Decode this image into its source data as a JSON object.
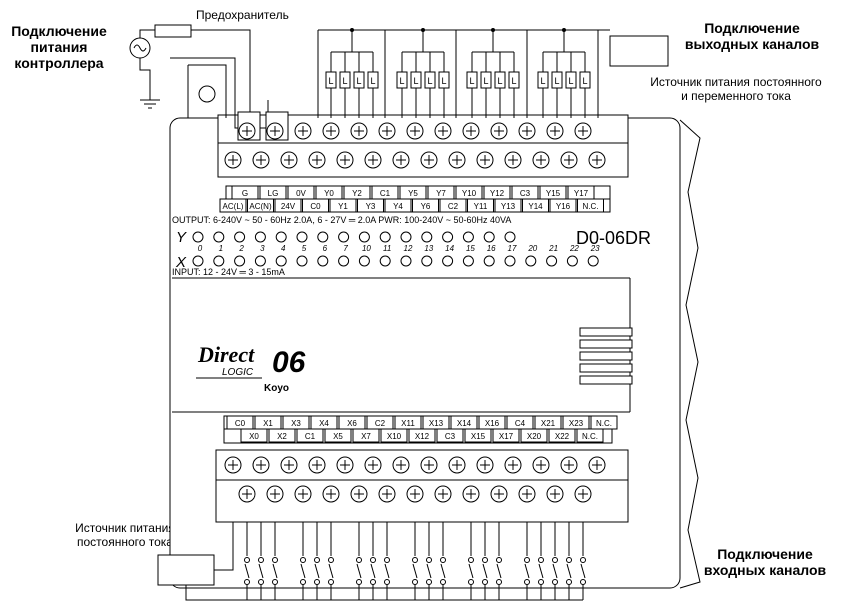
{
  "headings": {
    "controller_power": [
      "Подключение",
      "питания",
      "контроллера"
    ],
    "output_channels": [
      "Подключение",
      "выходных каналов"
    ],
    "input_channels": [
      "Подключение",
      "входных каналов"
    ]
  },
  "annotations": {
    "fuse": "Предохранитель",
    "output_supply": [
      "Источник питания постоянного",
      "и переменного тока"
    ],
    "input_supply": [
      "Источник питания",
      "постоянного тока"
    ]
  },
  "load_label": "L",
  "device": {
    "model": "D0-06DR",
    "logo_brand": "Direct",
    "logo_sub": "LOGIC",
    "logo_series": "06",
    "logo_maker": "Koyo",
    "output_row1": [
      "G",
      "LG",
      "0V",
      "Y0",
      "Y2",
      "C1",
      "Y5",
      "Y7",
      "Y10",
      "Y12",
      "C3",
      "Y15",
      "Y17"
    ],
    "output_row2": [
      "AC(L)",
      "AC(N)",
      "24V",
      "C0",
      "Y1",
      "Y3",
      "Y4",
      "Y6",
      "C2",
      "Y11",
      "Y13",
      "Y14",
      "Y16",
      "N.C."
    ],
    "output_spec": "OUTPUT: 6-240V ~   50 - 60Hz   2.0A,  6 - 27V ═  2.0A   PWR: 100-240V ~  50-60Hz  40VA",
    "y_label": "Y",
    "x_label": "X",
    "led_numbers": [
      "0",
      "1",
      "2",
      "3",
      "4",
      "5",
      "6",
      "7",
      "10",
      "11",
      "12",
      "13",
      "14",
      "15",
      "16",
      "17",
      "20",
      "21",
      "22",
      "23"
    ],
    "input_spec": "INPUT: 12 - 24V ═   3 - 15mA",
    "input_row1": [
      "C0",
      "X1",
      "X3",
      "X4",
      "X6",
      "C2",
      "X11",
      "X13",
      "X14",
      "X16",
      "C4",
      "X21",
      "X23",
      "N.C."
    ],
    "input_row2": [
      "X0",
      "X2",
      "C1",
      "X5",
      "X7",
      "X10",
      "X12",
      "C3",
      "X15",
      "X17",
      "X20",
      "X22",
      "N.C."
    ]
  }
}
